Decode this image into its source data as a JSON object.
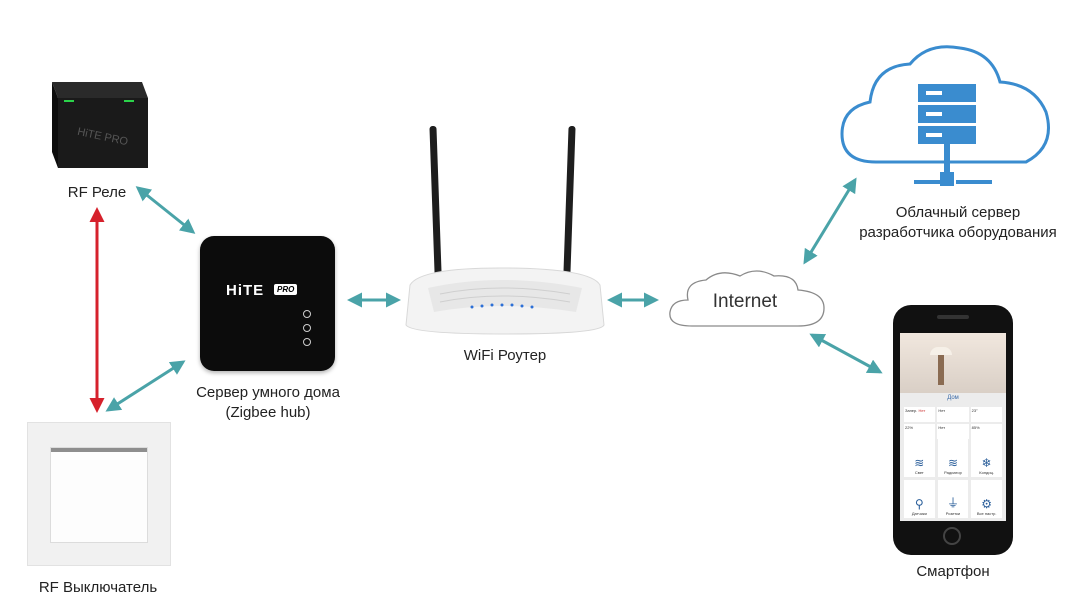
{
  "labels": {
    "rf_relay": "RF Реле",
    "rf_switch": "RF Выключатель",
    "hub_line1": "Сервер умного дома",
    "hub_line2": "(Zigbee hub)",
    "router": "WiFi Роутер",
    "internet": "Internet",
    "cloud_line1": "Облачный сервер",
    "cloud_line2": "разработчика оборудования",
    "smartphone": "Смартфон"
  },
  "brand": {
    "hub_logo": "HiTE",
    "hub_logo_badge": "PRO",
    "relay_logo": "HiTE PRO"
  },
  "phone_screen": {
    "title": "Дом",
    "tiles": [
      {
        "label": "Запер.",
        "value": "Нет"
      },
      {
        "label": "",
        "value": "23°"
      },
      {
        "label": "",
        "value": "22%"
      },
      {
        "label": "",
        "value": "Нет"
      },
      {
        "label": "",
        "value": "85%"
      },
      {
        "label": "Свет",
        "value": ""
      },
      {
        "label": "Радиатор",
        "value": ""
      },
      {
        "label": "Кондиц.",
        "value": ""
      },
      {
        "label": "Датчики",
        "value": ""
      },
      {
        "label": "Розетки",
        "value": ""
      },
      {
        "label": "Все настр.",
        "value": ""
      }
    ]
  },
  "colors": {
    "link_arrow": "#4aa3a8",
    "rf_arrow": "#d6212c",
    "cloud_blue": "#3a8ccf",
    "device_black": "#111111"
  }
}
